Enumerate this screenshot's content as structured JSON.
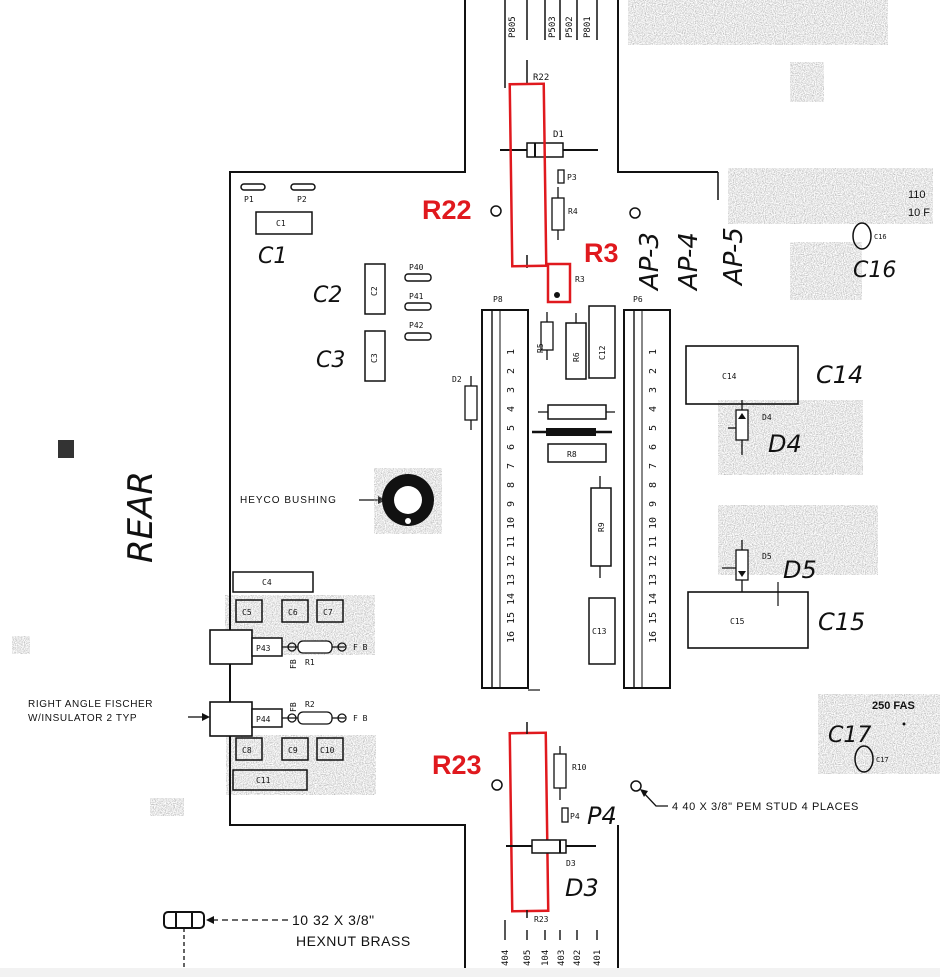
{
  "labels": {
    "rear": "REAR",
    "hand_c1": "C1",
    "hand_c2": "C2",
    "hand_c3": "C3",
    "hand_c14": "C14",
    "hand_c15": "C15",
    "hand_c16": "C16",
    "hand_c17": "C17",
    "hand_d3": "D3",
    "hand_d4": "D4",
    "hand_d5": "D5",
    "hand_p4": "P4",
    "hand_ap3": "AP-3",
    "hand_ap4": "AP-4",
    "hand_ap5": "AP-5"
  },
  "callouts": {
    "r22": "R22",
    "r3": "R3",
    "r23": "R23"
  },
  "notes": {
    "heyco": "HEYCO BUSHING",
    "fischer_1": "RIGHT ANGLE FISCHER",
    "fischer_2": "W/INSULATOR 2 TYP",
    "pem_stud": "4 40 X 3/8\" PEM STUD 4 PLACES",
    "hexnut_1": "10 32 X 3/8\"",
    "hexnut_2": "HEXNUT BRASS",
    "fas_250": "250 FAS",
    "edge_110": "110",
    "edge_10": "10 F"
  },
  "silk": {
    "r22": "R22",
    "d1": "D1",
    "p3": "P3",
    "r4": "R4",
    "r3": "R3",
    "p1": "P1",
    "p2": "P2",
    "c1": "C1",
    "c2": "C2",
    "c3": "C3",
    "p40": "P40",
    "p41": "P41",
    "p42": "P42",
    "p8": "P8",
    "p6": "P6",
    "r5": "R5",
    "r6": "R6",
    "c12": "C12",
    "d2": "D2",
    "r8": "R8",
    "r9": "R9",
    "c13": "C13",
    "c14": "C14",
    "d4": "D4",
    "d5": "D5",
    "c15": "C15",
    "c16": "C16",
    "c17": "C17",
    "c4": "C4",
    "c5": "C5",
    "c6": "C6",
    "c7": "C7",
    "c8": "C8",
    "c9": "C9",
    "c10": "C10",
    "c11": "C11",
    "p43": "P43",
    "p44": "P44",
    "r1": "R1",
    "r2": "R2",
    "fb_a": "FB",
    "fb_b": "F B",
    "r10": "R10",
    "p4": "P4",
    "d3": "D3",
    "r23": "R23"
  },
  "pin_numbers": [
    "1",
    "2",
    "3",
    "4",
    "5",
    "6",
    "7",
    "8",
    "9",
    "10",
    "11",
    "12",
    "13",
    "14",
    "15",
    "16"
  ],
  "top_connector_labels": [
    "P805",
    "P503",
    "P502",
    "P801"
  ],
  "bottom_connector_labels": [
    "404",
    "405",
    "104",
    "403",
    "402",
    "401"
  ],
  "colors": {
    "highlight": "#e0191e",
    "ink": "#111111",
    "smudge": "#bdbdbd"
  }
}
